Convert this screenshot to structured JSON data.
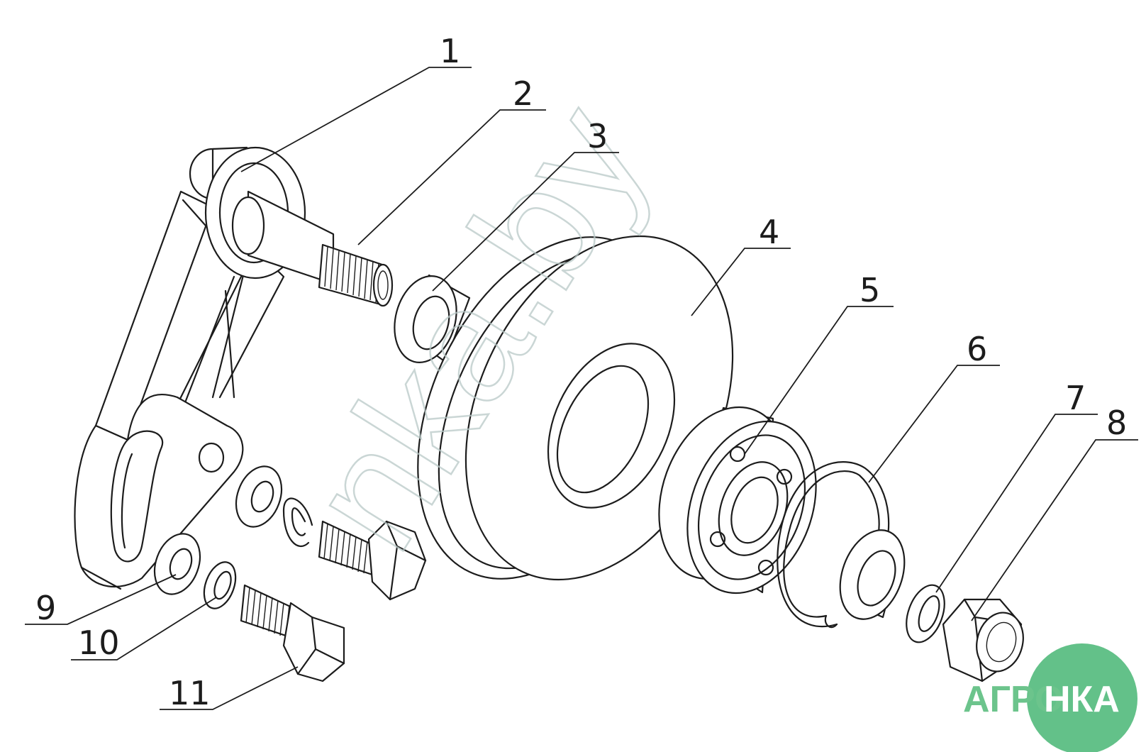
{
  "callouts": [
    "1",
    "2",
    "3",
    "4",
    "5",
    "6",
    "7",
    "8",
    "9",
    "10",
    "11"
  ],
  "watermark": "nka.by",
  "logo": {
    "left": "АГРО",
    "right": "НКА",
    "color": "#6cc48c",
    "circle_color": "#63c189"
  }
}
